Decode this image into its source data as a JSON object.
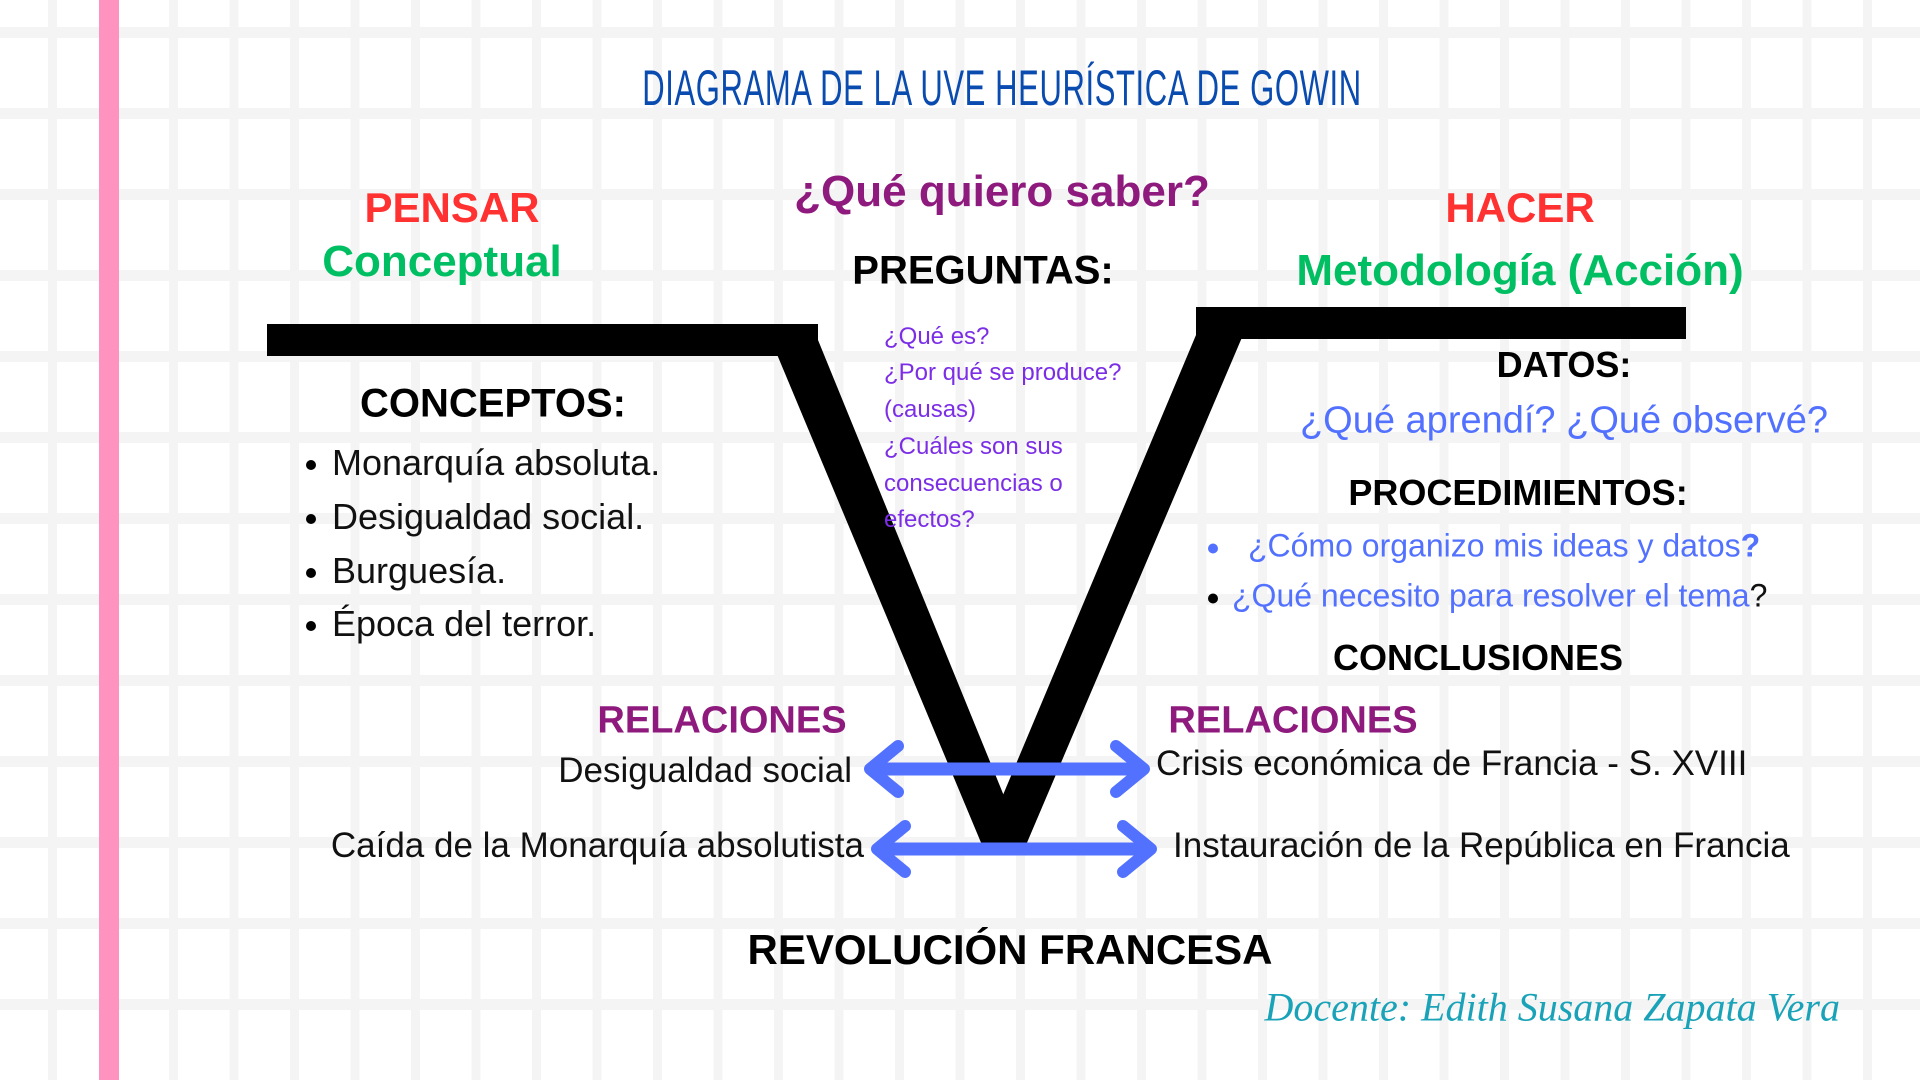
{
  "title": "DIAGRAMA DE LA UVE HEURÍSTICA DE GOWIN",
  "central_question": "¿Qué quiero saber?",
  "left": {
    "heading": "PENSAR",
    "subheading": "Conceptual",
    "concepts_title": "CONCEPTOS:",
    "concepts": [
      "Monarquía absoluta.",
      "Desigualdad social.",
      "Burguesía.",
      "Época del terror."
    ]
  },
  "center": {
    "questions_title": "PREGUNTAS:",
    "questions": [
      "¿Qué es?",
      "¿Por qué se produce?",
      "(causas)",
      "¿Cuáles son sus",
      "consecuencias o",
      "efectos?"
    ]
  },
  "right": {
    "heading": "HACER",
    "subheading": "Metodología (Acción)",
    "data_title": "DATOS:",
    "data_question": "¿Qué aprendí? ¿Qué observé?",
    "procedures_title": "PROCEDIMIENTOS:",
    "procedures": [
      {
        "text": "¿Cómo organizo mis ideas y datos",
        "end": "?"
      },
      {
        "text": "¿Qué necesito para resolver el tema",
        "end": "?"
      }
    ],
    "conclusions_title": "CONCLUSIONES"
  },
  "relations": {
    "left_title": "RELACIONES",
    "right_title": "RELACIONES",
    "rows": [
      {
        "left": "Desigualdad social",
        "right": "Crisis económica de Francia - S. XVIII"
      },
      {
        "left": "Caída de la Monarquía absolutista",
        "right": "Instauración de la República en Francia"
      }
    ]
  },
  "event": "REVOLUCIÓN FRANCESA",
  "author": "Docente: Edith Susana Zapata Vera",
  "colors": {
    "title": "#0a4bb0",
    "heading": "#ff3131",
    "subheading": "#00bf63",
    "relations": "#8e1a7d",
    "questions": "#7b2ee6",
    "accent_blue": "#5271ff",
    "author": "#1aa3b8",
    "side_bar": "#ff93bf"
  }
}
